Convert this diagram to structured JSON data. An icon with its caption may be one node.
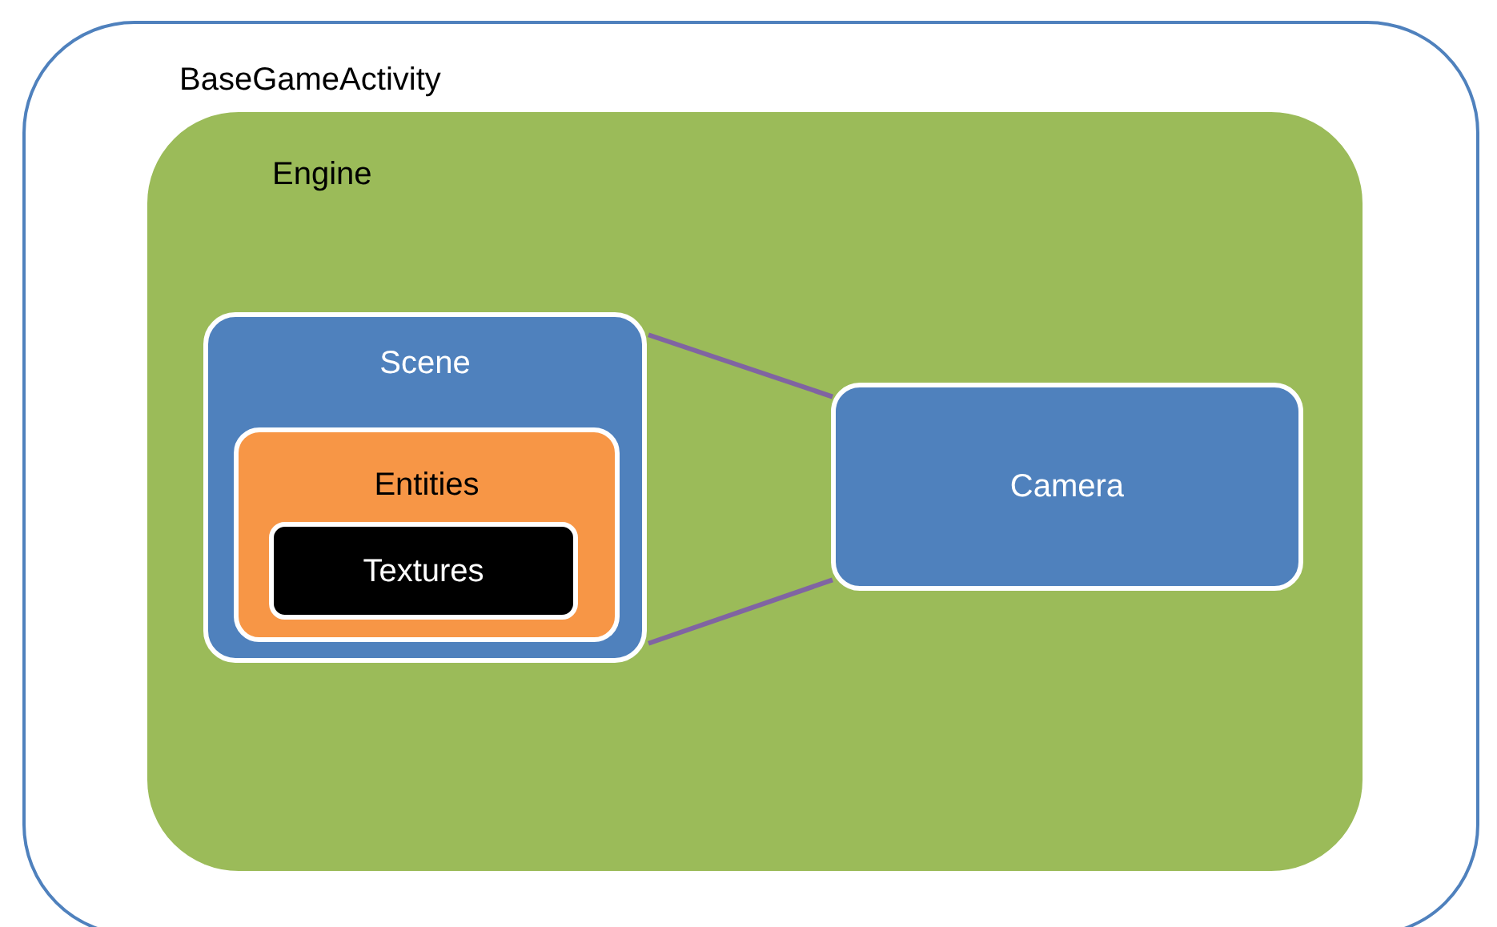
{
  "diagram": {
    "nodes": [
      {
        "text": [
          "BaseGameActivity"
        ]
      },
      {
        "text": [
          "Engine"
        ],
        "in": 0
      },
      {
        "text": [
          "Scene"
        ],
        "in": 1
      },
      {
        "text": [
          "Entities"
        ],
        "in": 2
      },
      {
        "text": [
          "Textures"
        ],
        "in": 3
      },
      {
        "text": [
          "Camera"
        ],
        "in": 1
      }
    ],
    "edges": [
      {
        "from": 2,
        "to": 5,
        "arrow": "none"
      },
      {
        "from": 2,
        "to": 5,
        "arrow": "none"
      }
    ]
  }
}
